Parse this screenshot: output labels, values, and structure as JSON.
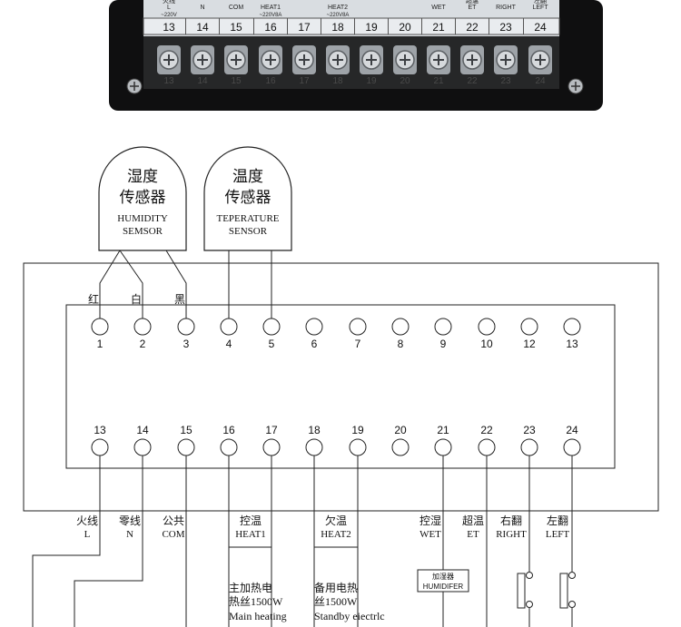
{
  "controller": {
    "terminal_numbers": [
      "13",
      "14",
      "15",
      "16",
      "17",
      "18",
      "19",
      "20",
      "21",
      "22",
      "23",
      "24"
    ],
    "strip_labels": [
      {
        "line1": "火线",
        "line2": "L",
        "line3": "~220V"
      },
      {
        "line1": "",
        "line2": "N",
        "line3": ""
      },
      {
        "line1": "",
        "line2": "COM",
        "line3": ""
      },
      {
        "line1": "",
        "line2": "HEAT1",
        "line3": "~220V8A"
      },
      {
        "line1": "",
        "line2": "",
        "line3": ""
      },
      {
        "line1": "",
        "line2": "HEAT2",
        "line3": "~220V8A"
      },
      {
        "line1": "",
        "line2": "",
        "line3": ""
      },
      {
        "line1": "",
        "line2": "",
        "line3": ""
      },
      {
        "line1": "",
        "line2": "WET",
        "line3": ""
      },
      {
        "line1": "超温",
        "line2": "ET",
        "line3": ""
      },
      {
        "line1": "",
        "line2": "RIGHT",
        "line3": ""
      },
      {
        "line1": "左翻",
        "line2": "LEFT",
        "line3": ""
      }
    ]
  },
  "sensors": [
    {
      "cn_line1": "湿度",
      "cn_line2": "传感器",
      "en_line1": "HUMIDITY",
      "en_line2": "SEMSOR"
    },
    {
      "cn_line1": "温度",
      "cn_line2": "传感器",
      "en_line1": "TEPERATURE",
      "en_line2": "SENSOR"
    }
  ],
  "wire_colors": [
    "红",
    "白",
    "黑"
  ],
  "terminals_top": [
    "1",
    "2",
    "3",
    "4",
    "5",
    "6",
    "7",
    "8",
    "9",
    "10",
    "12",
    "13"
  ],
  "terminals_bottom": [
    "13",
    "14",
    "15",
    "16",
    "17",
    "18",
    "19",
    "20",
    "21",
    "22",
    "23",
    "24"
  ],
  "bottom_labels": [
    {
      "cn": "火线",
      "en": "L"
    },
    {
      "cn": "零线",
      "en": "N"
    },
    {
      "cn": "公共",
      "en": "COM"
    },
    {
      "cn": "控温",
      "en": "HEAT1"
    },
    {
      "cn": "欠温",
      "en": "HEAT2"
    },
    {
      "cn": "控湿",
      "en": "WET"
    },
    {
      "cn": "超温",
      "en": "ET"
    },
    {
      "cn": "右翻",
      "en": "RIGHT"
    },
    {
      "cn": "左翻",
      "en": "LEFT"
    }
  ],
  "humidifier_label": "加湿器 HUMIDIFER",
  "heater_main": {
    "line1": "主加热电",
    "line2": "热丝1500W",
    "line3": "Main heating"
  },
  "heater_standby": {
    "line1": "备用电热",
    "line2": "丝1500W",
    "line3": "Standby eiectrlc"
  }
}
